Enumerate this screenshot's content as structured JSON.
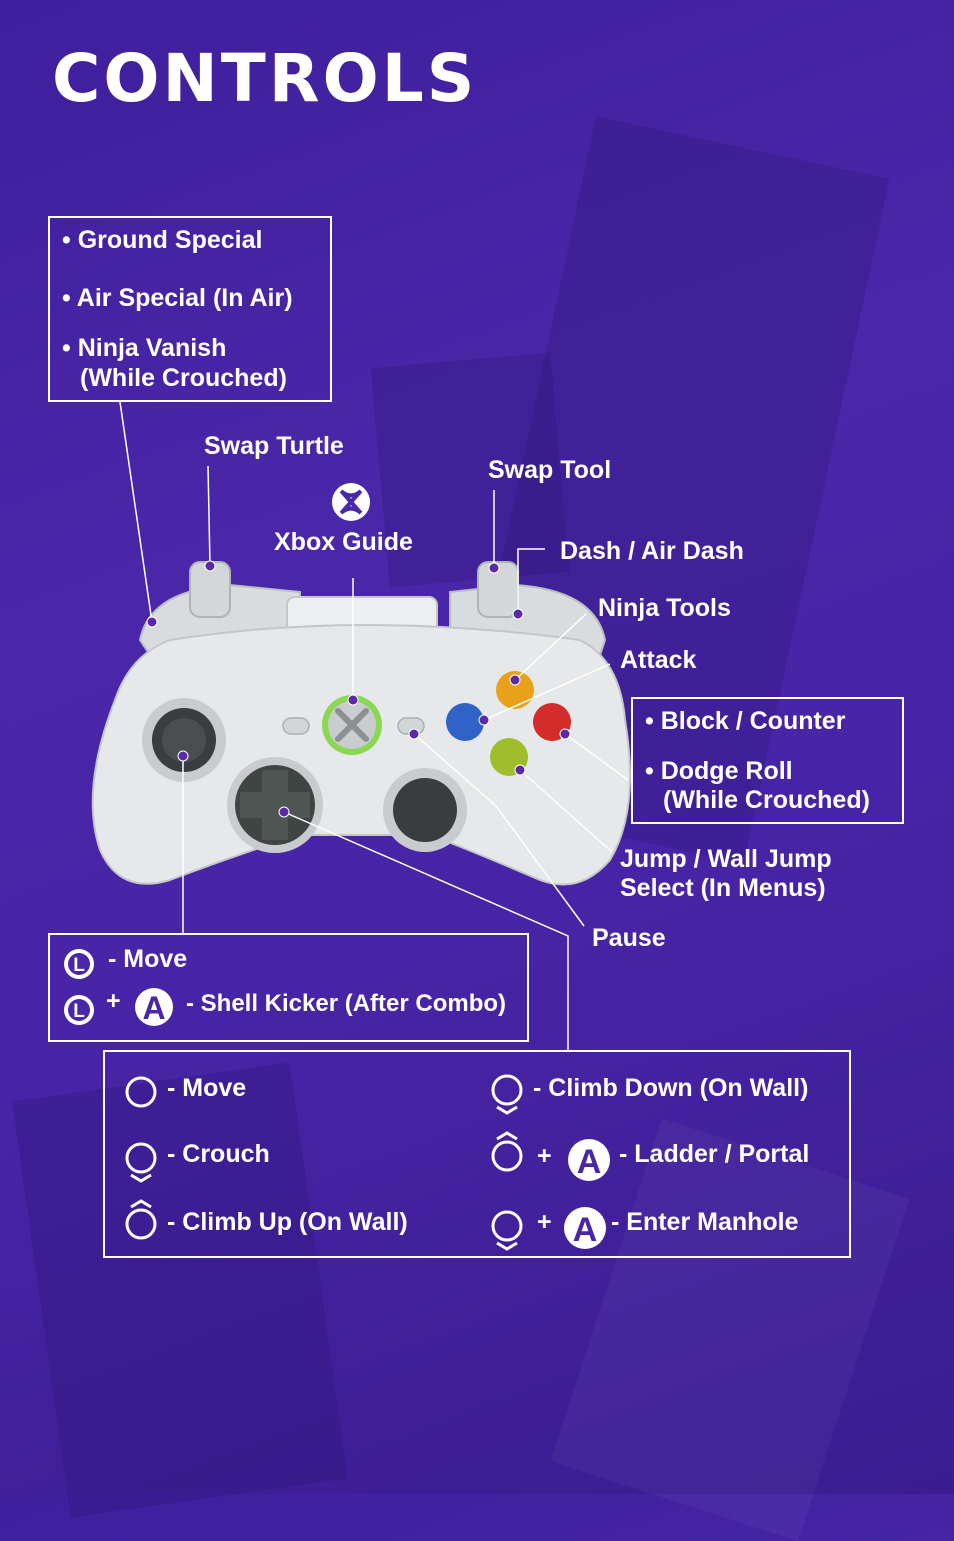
{
  "title": "CONTROLS",
  "left_trigger_box": {
    "items": [
      "• Ground Special",
      "• Air Special (In Air)",
      "• Ninja Vanish",
      "(While Crouched)"
    ]
  },
  "labels": {
    "swap_turtle": "Swap Turtle",
    "swap_tool": "Swap Tool",
    "xbox_guide": "Xbox Guide",
    "dash": "Dash / Air Dash",
    "ninja_tools": "Ninja Tools",
    "attack": "Attack",
    "jump_1": "Jump / Wall Jump",
    "jump_2": "Select (In Menus)",
    "pause": "Pause"
  },
  "b_box": {
    "items": [
      "• Block / Counter",
      "• Dodge Roll",
      "(While Crouched)"
    ]
  },
  "stick_box": {
    "stick_letter": "L",
    "a_letter": "A",
    "plus": "+",
    "move": "- Move",
    "shell_kicker": "- Shell Kicker (After Combo)"
  },
  "dpad_box": {
    "a_letter": "A",
    "plus": "+",
    "move": "- Move",
    "crouch": "- Crouch",
    "climb_up": "- Climb Up (On Wall)",
    "climb_down": "- Climb Down (On Wall)",
    "ladder": "- Ladder / Portal",
    "manhole": "- Enter Manhole"
  },
  "colors": {
    "button_y": "#e8a21a",
    "button_x": "#2f63c8",
    "button_b": "#d42b2b",
    "button_a": "#9fbf2a",
    "guide_ring": "#7ad43a",
    "controller": "#e6e8ea"
  }
}
